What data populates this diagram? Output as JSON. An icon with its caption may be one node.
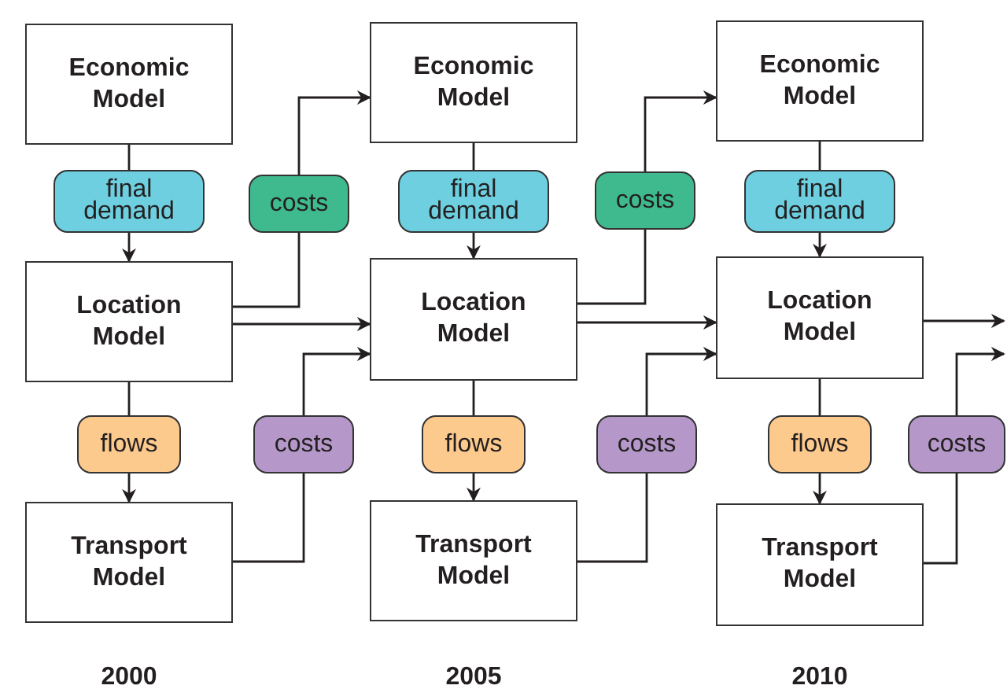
{
  "diagram": {
    "nodes": [
      {
        "text": [
          "Economic Model"
        ]
      },
      {
        "text": [
          "final demand"
        ]
      },
      {
        "text": [
          "costs"
        ]
      },
      {
        "text": [
          "Economic Model"
        ]
      },
      {
        "text": [
          "final demand"
        ]
      },
      {
        "text": [
          "costs"
        ]
      },
      {
        "text": [
          "Economic Model"
        ]
      },
      {
        "text": [
          "final demand"
        ]
      },
      {
        "text": [
          "Location Model"
        ]
      },
      {
        "text": [
          "Location Model"
        ]
      },
      {
        "text": [
          "Location Model"
        ]
      },
      {
        "text": [
          "flows"
        ]
      },
      {
        "text": [
          "costs"
        ]
      },
      {
        "text": [
          "flows"
        ]
      },
      {
        "text": [
          "costs"
        ]
      },
      {
        "text": [
          "flows"
        ]
      },
      {
        "text": [
          "costs"
        ]
      },
      {
        "text": [
          "Transport Model"
        ]
      },
      {
        "text": [
          "Transport Model"
        ]
      },
      {
        "text": [
          "Transport Model"
        ]
      }
    ],
    "edges": [
      {
        "from": 0,
        "to": 1,
        "arrow": "none"
      },
      {
        "from": 1,
        "to": 8,
        "arrow": "to"
      },
      {
        "from": 3,
        "to": 4,
        "arrow": "none"
      },
      {
        "from": 4,
        "to": 9,
        "arrow": "to"
      },
      {
        "from": 6,
        "to": 7,
        "arrow": "none"
      },
      {
        "from": 7,
        "to": 10,
        "arrow": "to"
      },
      {
        "from": 8,
        "to": 11,
        "arrow": "none"
      },
      {
        "from": 11,
        "to": 17,
        "arrow": "to"
      },
      {
        "from": 9,
        "to": 13,
        "arrow": "none"
      },
      {
        "from": 13,
        "to": 18,
        "arrow": "to"
      },
      {
        "from": 10,
        "to": 15,
        "arrow": "none"
      },
      {
        "from": 15,
        "to": 19,
        "arrow": "to"
      },
      {
        "from": 8,
        "to": 2,
        "arrow": "none"
      },
      {
        "from": 2,
        "to": 3,
        "arrow": "to"
      },
      {
        "from": 9,
        "to": 5,
        "arrow": "none"
      },
      {
        "from": 5,
        "to": 6,
        "arrow": "to"
      },
      {
        "from": 17,
        "to": 12,
        "arrow": "none"
      },
      {
        "from": 12,
        "to": 9,
        "arrow": "to"
      },
      {
        "from": 18,
        "to": 14,
        "arrow": "none"
      },
      {
        "from": 14,
        "to": 10,
        "arrow": "to"
      },
      {
        "from": 19,
        "to": 16,
        "arrow": "none"
      },
      {
        "from": 16,
        "to": null,
        "arrow": "to"
      },
      {
        "from": 8,
        "to": 9,
        "arrow": "to"
      },
      {
        "from": 9,
        "to": 10,
        "arrow": "to"
      },
      {
        "from": 10,
        "to": null,
        "arrow": "to"
      }
    ],
    "labels": [
      "2000",
      "2005",
      "2010"
    ]
  }
}
